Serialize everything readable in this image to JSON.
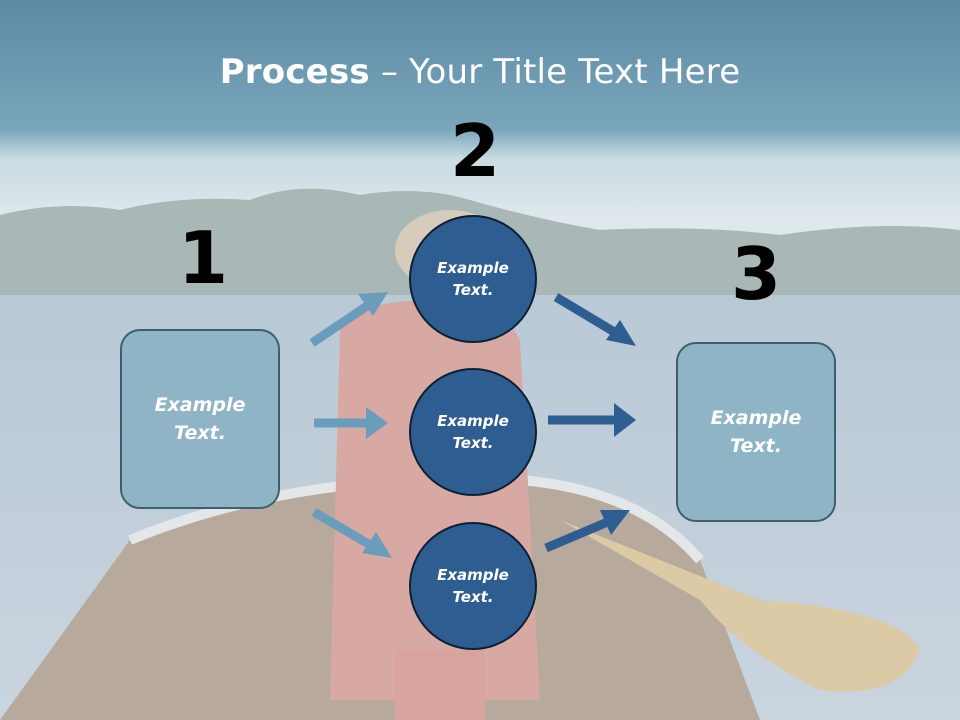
{
  "title": {
    "bold": "Process",
    "rest": " – Your Title Text Here"
  },
  "steps": {
    "one": {
      "number": "1",
      "text_line1": "Example",
      "text_line2": "Text."
    },
    "two": {
      "number": "2"
    },
    "three": {
      "number": "3",
      "text_line1": "Example",
      "text_line2": "Text."
    }
  },
  "circles": [
    {
      "line1": "Example",
      "line2": "Text."
    },
    {
      "line1": "Example",
      "line2": "Text."
    },
    {
      "line1": "Example",
      "line2": "Text."
    }
  ],
  "colors": {
    "box_fill": "#8fb4c6",
    "circle_fill": "#2e5e91",
    "arrow_light": "#6a9cbc",
    "arrow_dark": "#2e5e91"
  }
}
